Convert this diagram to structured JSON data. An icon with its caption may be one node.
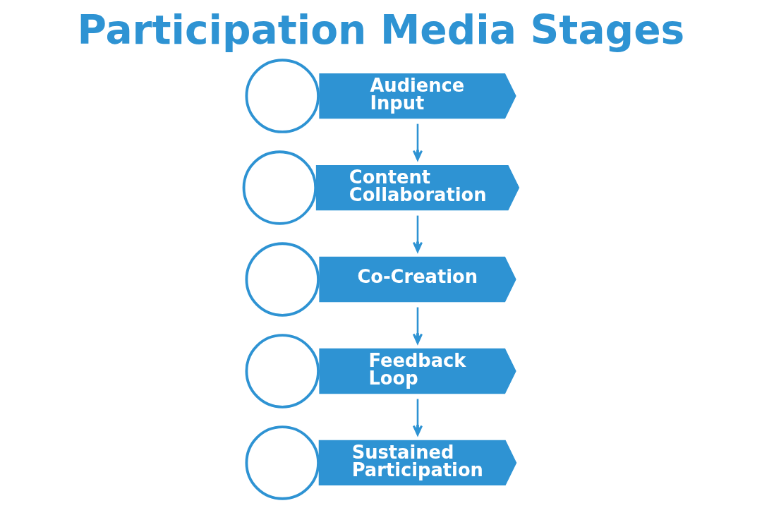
{
  "diagram": {
    "title": "Participation Media Stages",
    "nodes": [
      {
        "text": [],
        "shape": "circle"
      },
      {
        "text": [
          "Audience Input"
        ]
      },
      {
        "text": [],
        "shape": "circle"
      },
      {
        "text": [
          "Content Collaboration"
        ]
      },
      {
        "text": [],
        "shape": "circle"
      },
      {
        "text": [
          "Co-Creation"
        ]
      },
      {
        "text": [],
        "shape": "circle"
      },
      {
        "text": [
          "Feedback Loop"
        ]
      },
      {
        "text": [],
        "shape": "circle"
      },
      {
        "text": [
          "Sustained Participation"
        ]
      }
    ],
    "edges": [
      {
        "from": 1,
        "to": 3,
        "arrow": "to"
      },
      {
        "from": 3,
        "to": 5,
        "arrow": "to"
      },
      {
        "from": 5,
        "to": 7,
        "arrow": "to"
      },
      {
        "from": 7,
        "to": 9,
        "arrow": "to"
      }
    ]
  }
}
